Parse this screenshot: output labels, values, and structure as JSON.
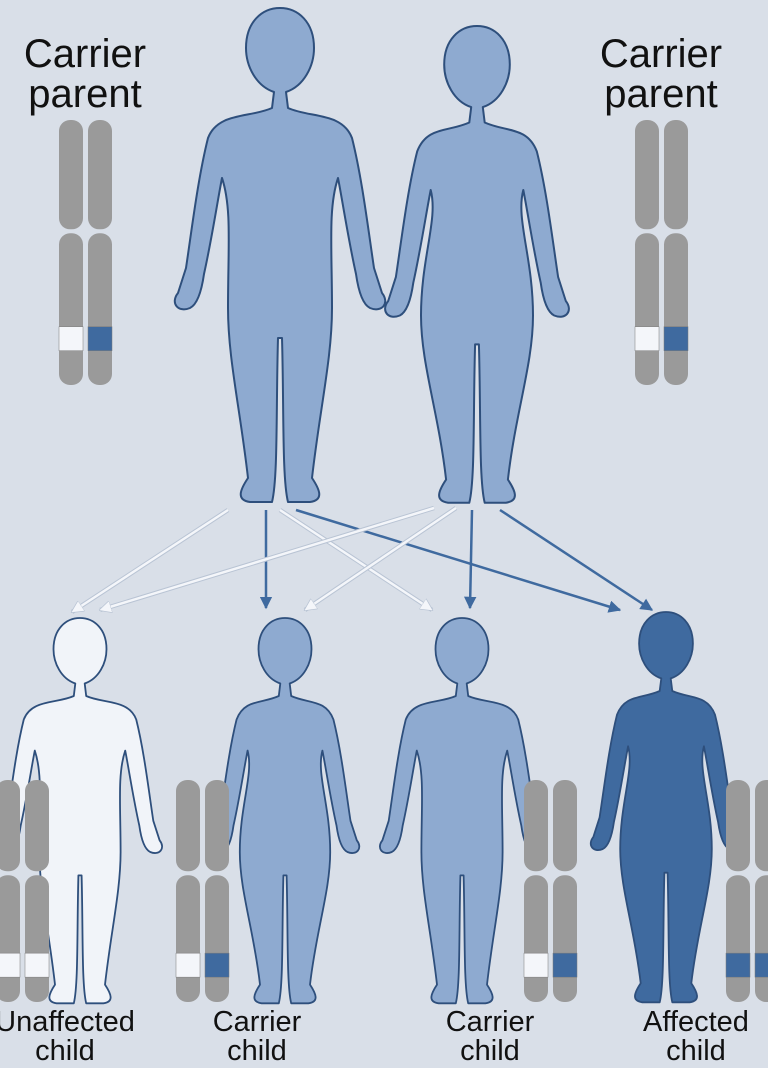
{
  "parents": [
    {
      "label_line1": "Carrier",
      "label_line2": "parent",
      "figure": "male",
      "alleles": [
        "normal",
        "recessive"
      ]
    },
    {
      "label_line1": "Carrier",
      "label_line2": "parent",
      "figure": "female",
      "alleles": [
        "normal",
        "recessive"
      ]
    }
  ],
  "children": [
    {
      "label_line1": "Unaffected",
      "label_line2": "child",
      "status": "unaffected",
      "alleles": [
        "normal",
        "normal"
      ]
    },
    {
      "label_line1": "Carrier",
      "label_line2": "child",
      "status": "carrier",
      "alleles": [
        "normal",
        "recessive"
      ]
    },
    {
      "label_line1": "Carrier",
      "label_line2": "child",
      "status": "carrier",
      "alleles": [
        "normal",
        "recessive"
      ]
    },
    {
      "label_line1": "Affected",
      "label_line2": "child",
      "status": "affected",
      "alleles": [
        "recessive",
        "recessive"
      ]
    }
  ],
  "colors": {
    "background": "#d9dfe8",
    "carrier_body": "#8eaad0",
    "affected_body": "#3f6a9f",
    "unaffected_body": "#f1f4f9",
    "outline": "#2e4f7c",
    "chromosome": "#9a9a9a",
    "normal_allele": "#f4f6fa",
    "recessive_allele": "#3f6a9f",
    "normal_arrow": "#f4f6fa",
    "recessive_arrow": "#3f6a9f"
  },
  "arrows": [
    {
      "from": "father",
      "to": "child-1",
      "allele": "normal"
    },
    {
      "from": "father",
      "to": "child-2",
      "allele": "recessive"
    },
    {
      "from": "father",
      "to": "child-3",
      "allele": "normal"
    },
    {
      "from": "father",
      "to": "child-4",
      "allele": "recessive"
    },
    {
      "from": "mother",
      "to": "child-1",
      "allele": "normal"
    },
    {
      "from": "mother",
      "to": "child-2",
      "allele": "normal"
    },
    {
      "from": "mother",
      "to": "child-3",
      "allele": "recessive"
    },
    {
      "from": "mother",
      "to": "child-4",
      "allele": "recessive"
    }
  ]
}
